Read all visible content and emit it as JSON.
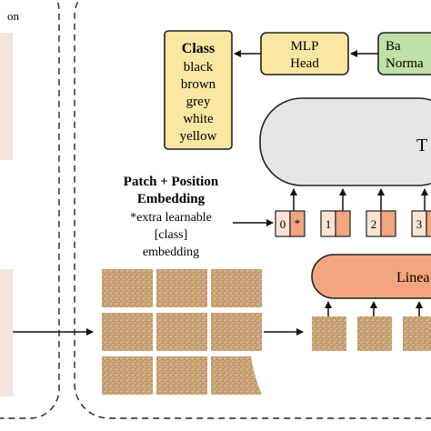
{
  "left_panel": {
    "caption_fragment": "on"
  },
  "class_box": {
    "heading": "Class",
    "items": [
      "black",
      "brown",
      "grey",
      "white",
      "yellow"
    ]
  },
  "mlp_head": {
    "line1": "MLP",
    "line2": "Head"
  },
  "norm_box": {
    "line1": "Ba",
    "line2": "Norma"
  },
  "transformer": {
    "label": "T"
  },
  "patch_embedding": {
    "title_line1": "Patch + Position",
    "title_line2": "Embedding",
    "note_lines": [
      "*extra learnable",
      "[class]",
      "embedding"
    ]
  },
  "tokens": [
    {
      "index": "0",
      "marker": "*"
    },
    {
      "index": "1"
    },
    {
      "index": "2"
    },
    {
      "index": "3"
    }
  ],
  "linear": {
    "label": "Linea"
  },
  "colors": {
    "class_fill": "#fbe7a1",
    "mlp_fill": "#fbe7a1",
    "norm_fill": "#bfe0a6",
    "transformer_fill": "#e6e6e6",
    "linear_fill": "#f2a57e",
    "token_light": "#fbe3d4",
    "token_dark": "#f2a57e",
    "wood": "#c9a57a",
    "left_strip": "#f3e4dc"
  }
}
